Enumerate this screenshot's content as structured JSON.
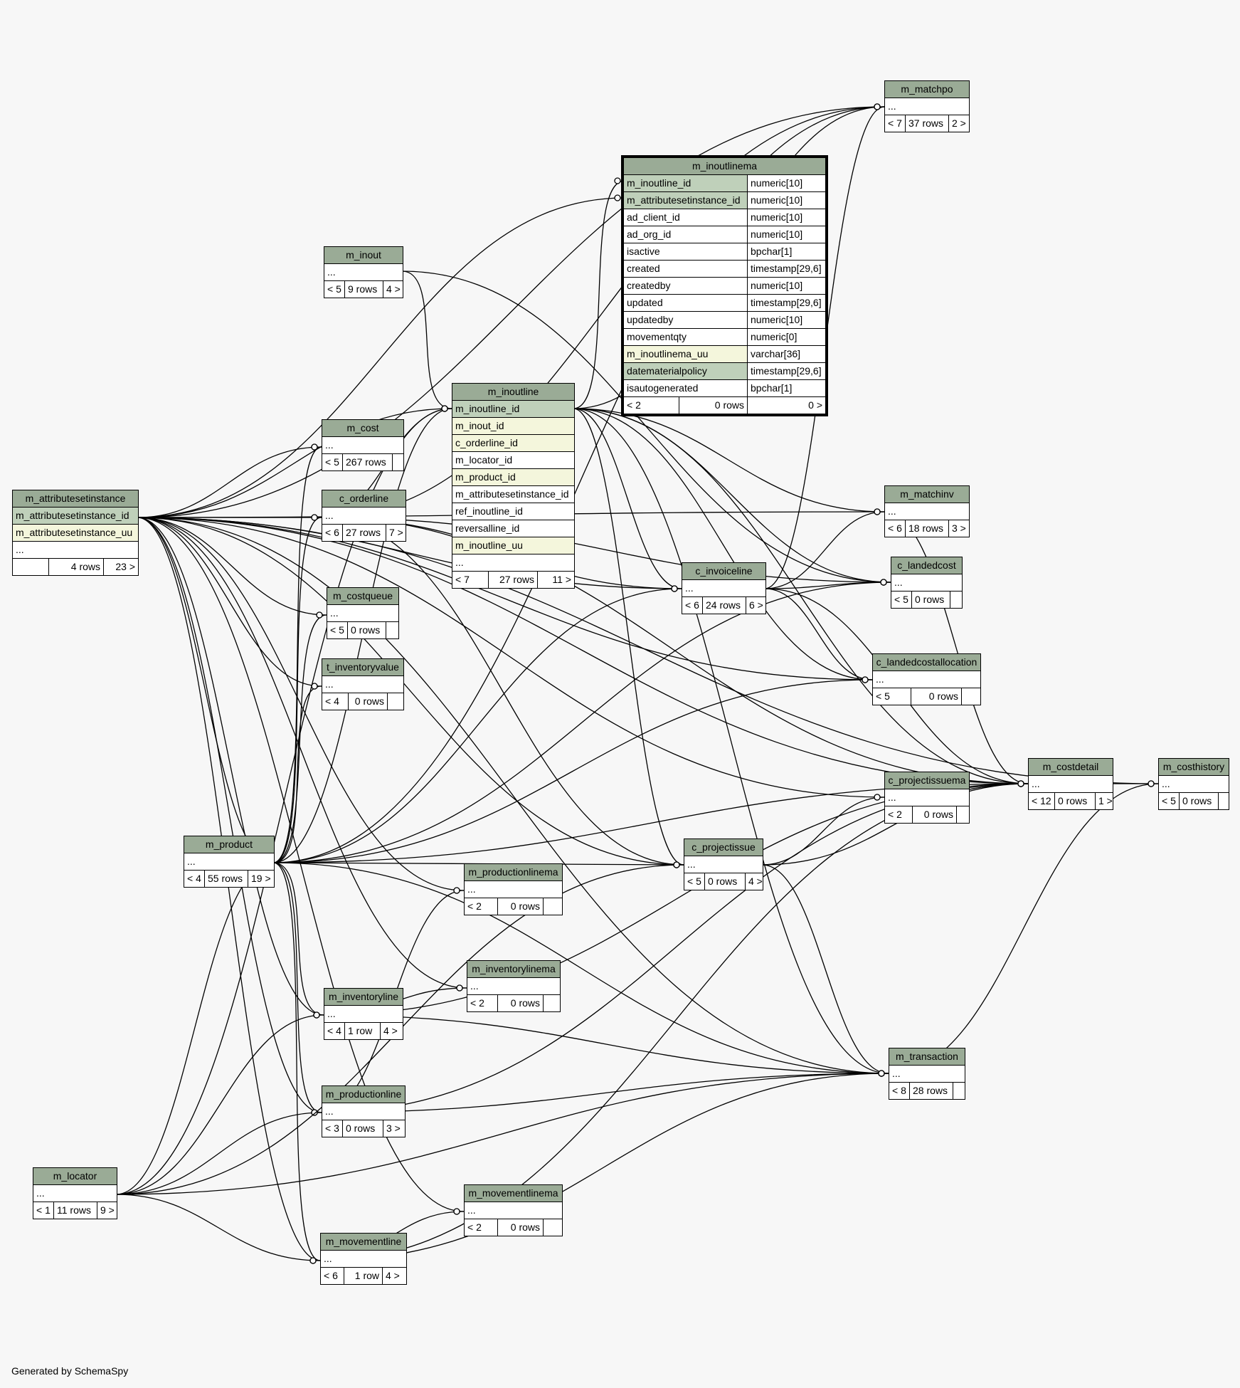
{
  "footer": "Generated by SchemaSpy",
  "tables": {
    "m_attributesetinstance": {
      "title": "m_attributesetinstance",
      "cols": [
        "m_attributesetinstance_id",
        "m_attributesetinstance_uu",
        "..."
      ],
      "parents": "",
      "rows": "4 rows",
      "children": "23 >"
    },
    "m_inout": {
      "title": "m_inout",
      "dots": "...",
      "parents": "< 5",
      "rows": "9 rows",
      "children": "4 >"
    },
    "m_cost": {
      "title": "m_cost",
      "dots": "...",
      "parents": "< 5",
      "rows": "267 rows",
      "children": ""
    },
    "c_orderline": {
      "title": "c_orderline",
      "dots": "...",
      "parents": "< 6",
      "rows": "27 rows",
      "children": "7 >"
    },
    "m_costqueue": {
      "title": "m_costqueue",
      "dots": "...",
      "parents": "< 5",
      "rows": "0 rows",
      "children": ""
    },
    "t_inventoryvalue": {
      "title": "t_inventoryvalue",
      "dots": "...",
      "parents": "< 4",
      "rows": "0 rows",
      "children": ""
    },
    "m_product": {
      "title": "m_product",
      "dots": "...",
      "parents": "< 4",
      "rows": "55 rows",
      "children": "19 >"
    },
    "m_productionlinema": {
      "title": "m_productionlinema",
      "dots": "...",
      "parents": "< 2",
      "rows": "0 rows",
      "children": ""
    },
    "m_inventorylinema": {
      "title": "m_inventorylinema",
      "dots": "...",
      "parents": "< 2",
      "rows": "0 rows",
      "children": ""
    },
    "m_inventoryline": {
      "title": "m_inventoryline",
      "dots": "...",
      "parents": "< 4",
      "rows": "1 row",
      "children": "4 >"
    },
    "m_productionline": {
      "title": "m_productionline",
      "dots": "...",
      "parents": "< 3",
      "rows": "0 rows",
      "children": "3 >"
    },
    "m_locator": {
      "title": "m_locator",
      "dots": "...",
      "parents": "< 1",
      "rows": "11 rows",
      "children": "9 >"
    },
    "m_movementlinema": {
      "title": "m_movementlinema",
      "dots": "...",
      "parents": "< 2",
      "rows": "0 rows",
      "children": ""
    },
    "m_movementline": {
      "title": "m_movementline",
      "dots": "...",
      "parents": "< 6",
      "rows": "1 row",
      "children": "4 >"
    },
    "m_inoutline": {
      "title": "m_inoutline",
      "cols": [
        "m_inoutline_id",
        "m_inout_id",
        "c_orderline_id",
        "m_locator_id",
        "m_product_id",
        "m_attributesetinstance_id",
        "ref_inoutline_id",
        "reversalline_id",
        "m_inoutline_uu",
        "..."
      ],
      "parents": "< 7",
      "rows": "27 rows",
      "children": "11 >"
    },
    "m_inoutlinema": {
      "title": "m_inoutlinema",
      "cols": [
        {
          "name": "m_inoutline_id",
          "type": "numeric[10]"
        },
        {
          "name": "m_attributesetinstance_id",
          "type": "numeric[10]"
        },
        {
          "name": "ad_client_id",
          "type": "numeric[10]"
        },
        {
          "name": "ad_org_id",
          "type": "numeric[10]"
        },
        {
          "name": "isactive",
          "type": "bpchar[1]"
        },
        {
          "name": "created",
          "type": "timestamp[29,6]"
        },
        {
          "name": "createdby",
          "type": "numeric[10]"
        },
        {
          "name": "updated",
          "type": "timestamp[29,6]"
        },
        {
          "name": "updatedby",
          "type": "numeric[10]"
        },
        {
          "name": "movementqty",
          "type": "numeric[0]"
        },
        {
          "name": "m_inoutlinema_uu",
          "type": "varchar[36]"
        },
        {
          "name": "datematerialpolicy",
          "type": "timestamp[29,6]"
        },
        {
          "name": "isautogenerated",
          "type": "bpchar[1]"
        }
      ],
      "parents": "< 2",
      "rows": "0 rows",
      "children": "0 >"
    },
    "m_matchpo": {
      "title": "m_matchpo",
      "dots": "...",
      "parents": "< 7",
      "rows": "37 rows",
      "children": "2 >"
    },
    "m_matchinv": {
      "title": "m_matchinv",
      "dots": "...",
      "parents": "< 6",
      "rows": "18 rows",
      "children": "3 >"
    },
    "c_landedcost": {
      "title": "c_landedcost",
      "dots": "...",
      "parents": "< 5",
      "rows": "0 rows",
      "children": ""
    },
    "c_invoiceline": {
      "title": "c_invoiceline",
      "dots": "...",
      "parents": "< 6",
      "rows": "24 rows",
      "children": "6 >"
    },
    "c_landedcostallocation": {
      "title": "c_landedcostallocation",
      "dots": "...",
      "parents": "< 5",
      "rows": "0 rows",
      "children": ""
    },
    "c_projectissuema": {
      "title": "c_projectissuema",
      "dots": "...",
      "parents": "< 2",
      "rows": "0 rows",
      "children": ""
    },
    "c_projectissue": {
      "title": "c_projectissue",
      "dots": "...",
      "parents": "< 5",
      "rows": "0 rows",
      "children": "4 >"
    },
    "m_costdetail": {
      "title": "m_costdetail",
      "dots": "...",
      "parents": "< 12",
      "rows": "0 rows",
      "children": "1 >"
    },
    "m_costhistory": {
      "title": "m_costhistory",
      "dots": "...",
      "parents": "< 5",
      "rows": "0 rows",
      "children": ""
    },
    "m_transaction": {
      "title": "m_transaction",
      "dots": "...",
      "parents": "< 8",
      "rows": "28 rows",
      "children": ""
    }
  }
}
